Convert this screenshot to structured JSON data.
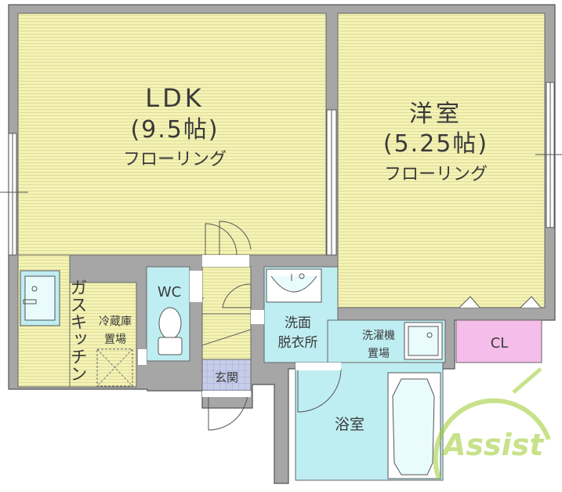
{
  "rooms": {
    "ldk": {
      "name": "LDK",
      "size": "(9.5帖)",
      "floor": "フローリング"
    },
    "western": {
      "name": "洋室",
      "size": "(5.25帖)",
      "floor": "フローリング"
    },
    "kitchen": {
      "name": "ガスキッチン"
    },
    "fridge": {
      "name_line1": "冷蔵庫",
      "name_line2": "置場"
    },
    "wc": {
      "name": "WC"
    },
    "washroom": {
      "name_line1": "洗面",
      "name_line2": "脱衣所"
    },
    "washer": {
      "name_line1": "洗濯機",
      "name_line2": "置場"
    },
    "entrance": {
      "name": "玄関"
    },
    "bath": {
      "name": "浴室"
    },
    "closet": {
      "name": "CL"
    }
  },
  "watermark": {
    "text": "Assist"
  },
  "colors": {
    "flooring": "#f4f3b3",
    "wet_area": "#bfeef2",
    "closet": "#f5bde9",
    "entrance": "#c6cde9",
    "wall": "#a6a6a6",
    "line": "#555555",
    "watermark": "#9ccc2e"
  }
}
